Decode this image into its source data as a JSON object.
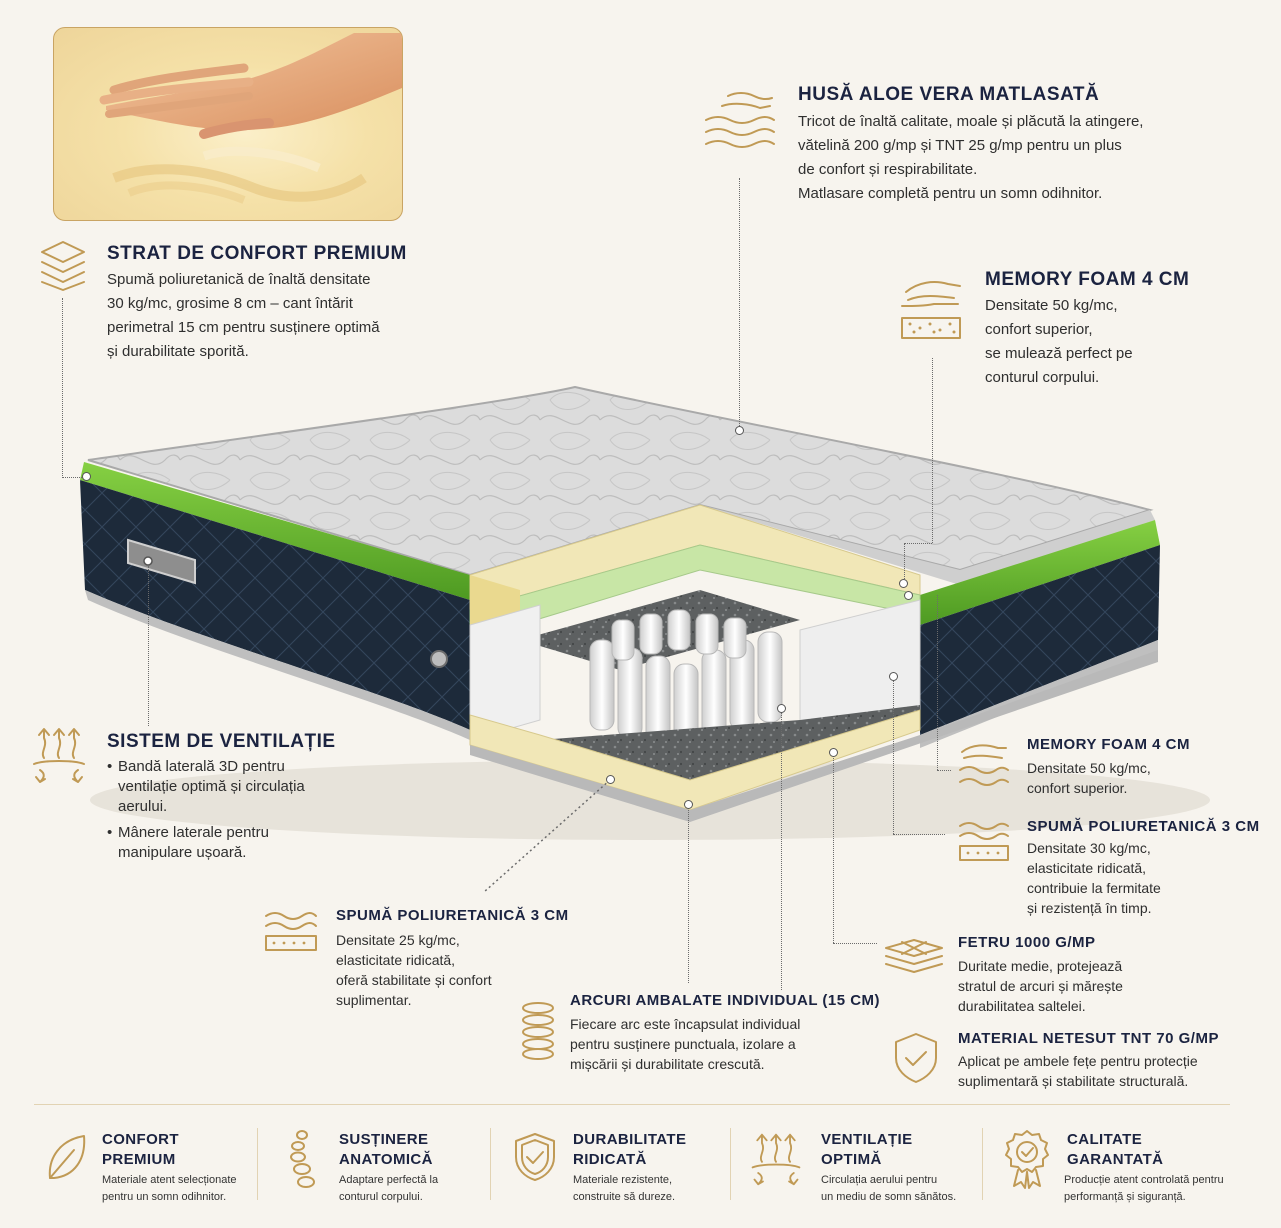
{
  "hero": {
    "comfort": {
      "title": "STRAT DE CONFORT PREMIUM",
      "lines": [
        "Spumă poliuretanică de înaltă densitate",
        "30 kg/mc, grosime 8 cm – cant întărit",
        "perimetral 15 cm pentru susținere optimă",
        "și durabilitate sporită."
      ]
    },
    "aloe": {
      "title": "HUSĂ ALOE VERA MATLASATĂ",
      "lines": [
        "Tricot de înaltă calitate, moale și plăcută la atingere,",
        "vătelină 200 g/mp și TNT 25 g/mp pentru un plus",
        "de confort și respirabilitate.",
        "Matlasare completă pentru un somn odihnitor."
      ]
    },
    "memory_top": {
      "title": "MEMORY FOAM 4 CM",
      "lines": [
        "Densitate 50 kg/mc,",
        "confort superior,",
        "se mulează perfect pe",
        "conturul corpului."
      ]
    },
    "ventilation": {
      "title": "SISTEM DE VENTILAȚIE",
      "bullets": [
        {
          "lines": [
            "Bandă laterală 3D pentru",
            "ventilație optimă și circulația",
            "aerului."
          ]
        },
        {
          "lines": [
            "Mânere laterale pentru",
            "manipulare ușoară."
          ]
        }
      ]
    },
    "memory_side": {
      "title": "MEMORY FOAM 4 CM",
      "lines": [
        "Densitate 50 kg/mc,",
        "confort superior."
      ]
    },
    "pu_right": {
      "title": "SPUMĂ POLIURETANICĂ 3 CM",
      "lines": [
        "Densitate 30 kg/mc,",
        "elasticitate ridicată,",
        "contribuie la fermitate",
        "și rezistență în timp."
      ]
    },
    "felt": {
      "title": "FETRU 1000 G/MP",
      "lines": [
        "Duritate medie, protejează",
        "stratul de arcuri și mărește",
        "durabilitatea saltelei."
      ]
    },
    "nonwoven": {
      "title": "MATERIAL NETESUT TNT 70 G/MP",
      "lines": [
        "Aplicat pe ambele fețe pentru protecție",
        "suplimentară și stabilitate structurală."
      ]
    },
    "pu_left": {
      "title": "SPUMĂ POLIURETANICĂ 3 CM",
      "lines": [
        "Densitate 25 kg/mc,",
        "elasticitate ridicată,",
        "oferă stabilitate și confort",
        "suplimentar."
      ]
    },
    "springs": {
      "title": "ARCURI AMBALATE INDIVIDUAL (15 CM)",
      "lines": [
        "Fiecare arc este încapsulat individual",
        "pentru susținere punctuala, izolare a",
        "mișcării și durabilitate crescută."
      ]
    }
  },
  "features": [
    {
      "icon": "leaf-icon",
      "title": [
        "CONFORT",
        "PREMIUM"
      ],
      "desc": [
        "Materiale atent selecționate",
        "pentru un somn odihnitor."
      ]
    },
    {
      "icon": "spine-icon",
      "title": [
        "SUSȚINERE",
        "ANATOMICĂ"
      ],
      "desc": [
        "Adaptare perfectă la",
        "conturul corpului."
      ]
    },
    {
      "icon": "shield-check-icon",
      "title": [
        "DURABILITATE",
        "RIDICATĂ"
      ],
      "desc": [
        "Materiale rezistente,",
        "construite să dureze."
      ]
    },
    {
      "icon": "airflow-icon",
      "title": [
        "VENTILAȚIE",
        "OPTIMĂ"
      ],
      "desc": [
        "Circulația aerului pentru",
        "un mediu de somn sănătos."
      ]
    },
    {
      "icon": "badge-icon",
      "title": [
        "CALITATE",
        "GARANTATĂ"
      ],
      "desc": [
        "Producție atent controlată pentru",
        "performanță și siguranță."
      ]
    }
  ],
  "colors": {
    "gold": "#c09a55",
    "navy": "#1b2340",
    "green": "#6fbf3a",
    "background": "#f7f4ee"
  }
}
